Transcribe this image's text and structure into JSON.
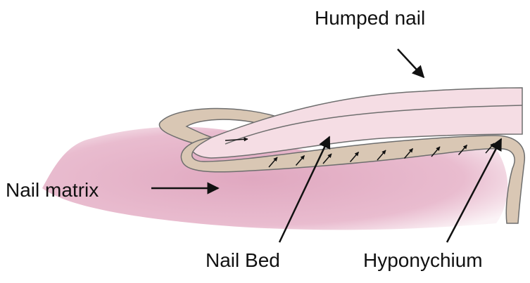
{
  "labels": {
    "humped_nail": "Humped nail",
    "nail_matrix": "Nail matrix",
    "nail_bed": "Nail Bed",
    "hyponychium": "Hyponychium"
  },
  "colors": {
    "background": "#ffffff",
    "tissue": "#e6b4c9",
    "tissue_light": "#f6e3ea",
    "fold": "#d9c7b4",
    "nail": "#f5dde4",
    "outline": "#6e6e6e",
    "arrow": "#111111"
  },
  "growth_arrow_count": 9
}
